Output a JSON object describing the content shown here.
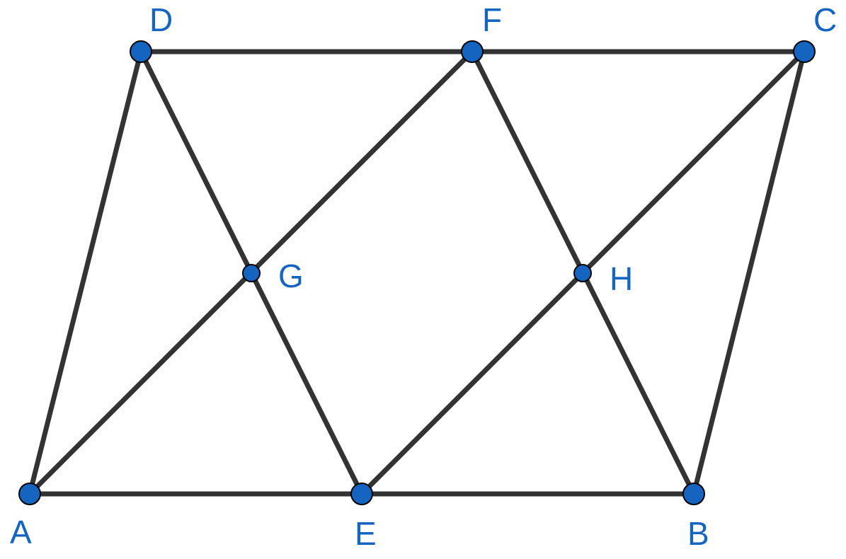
{
  "colors": {
    "segment": "#333333",
    "point_fill": "#1565C0",
    "point_stroke": "#000000",
    "label": "#1565C0"
  },
  "points": {
    "A": {
      "label": "A"
    },
    "B": {
      "label": "B"
    },
    "C": {
      "label": "C"
    },
    "D": {
      "label": "D"
    },
    "E": {
      "label": "E"
    },
    "F": {
      "label": "F"
    },
    "G": {
      "label": "G"
    },
    "H": {
      "label": "H"
    }
  },
  "segments": [
    [
      "A",
      "B"
    ],
    [
      "D",
      "C"
    ],
    [
      "A",
      "D"
    ],
    [
      "B",
      "C"
    ],
    [
      "D",
      "E"
    ],
    [
      "F",
      "B"
    ],
    [
      "A",
      "F"
    ],
    [
      "E",
      "C"
    ]
  ]
}
